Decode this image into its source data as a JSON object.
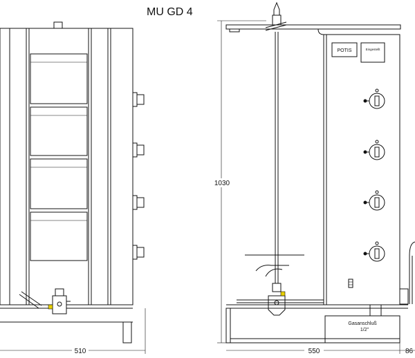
{
  "title": "MU GD 4",
  "dimensions": {
    "front_width": "510",
    "side_depth": "550",
    "height": "1030",
    "extra": "86"
  },
  "labels": {
    "brand": "POTIS",
    "badge": "Eingestellt",
    "gas_connection": "Gasanschluß",
    "gas_size": "1/2\""
  },
  "colors": {
    "line": "#111111",
    "mesh": "#444444",
    "accent_yellow": "#e8d000"
  }
}
